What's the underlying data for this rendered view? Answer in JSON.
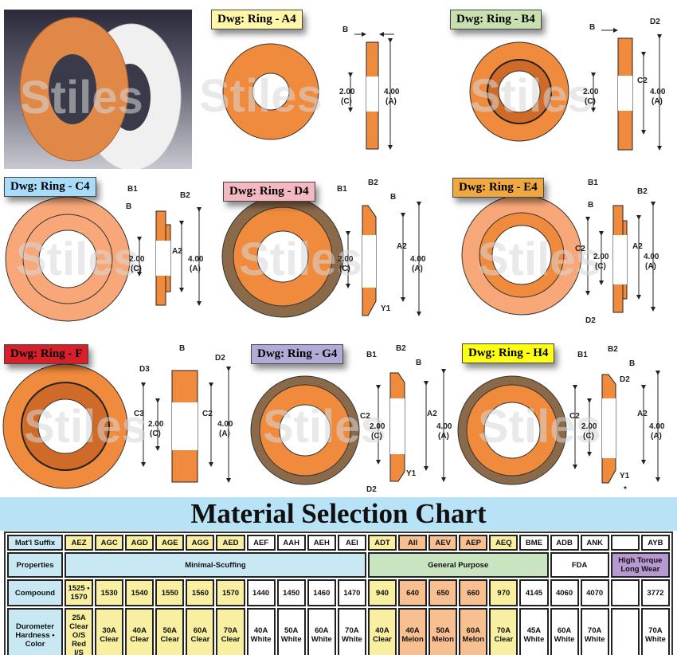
{
  "watermark": "Stiles",
  "drawings": {
    "a4": "Dwg: Ring - A4",
    "b4": "Dwg: Ring - B4",
    "c4": "Dwg: Ring - C4",
    "d4": "Dwg: Ring - D4",
    "e4": "Dwg: Ring - E4",
    "f": "Dwg: Ring - F",
    "g4": "Dwg: Ring - G4",
    "h4": "Dwg: Ring - H4"
  },
  "label_colors": {
    "a4": "#fff6a8",
    "b4": "#c8dfb0",
    "c4": "#a8dcf8",
    "d4": "#f4b8c0",
    "e4": "#f0a840",
    "f": "#d8202a",
    "g4": "#b4aad8",
    "h4": "#ffff10"
  },
  "dims": {
    "b": "B",
    "b1": "B1",
    "b2": "B2",
    "a2": "A2",
    "c2": "C2",
    "c3": "C3",
    "d2": "D2",
    "d3": "D3",
    "y1": "Y1",
    "id": "2.00",
    "id_sub": "(C)",
    "od": "4.00",
    "od_sub": "(A)",
    "star": "*"
  },
  "chart": {
    "title": "Material Selection Chart",
    "row_headers": [
      "Mat'l Suffix",
      "Properties",
      "Compound",
      "Durometer Hardness • Color"
    ],
    "suffixes": [
      "AEZ",
      "AGC",
      "AGD",
      "AGE",
      "AGG",
      "AED",
      "AEF",
      "AAH",
      "AEH",
      "AEI",
      "ADT",
      "AII",
      "AEV",
      "AEP",
      "AEQ",
      "BME",
      "ADB",
      "ANK",
      "",
      "AYB"
    ],
    "properties": [
      "Minimal-Scuffing",
      "General Purpose",
      "FDA",
      "High Torque Long Wear"
    ],
    "compounds": [
      "1525 • 1570",
      "1530",
      "1540",
      "1550",
      "1560",
      "1570",
      "1440",
      "1450",
      "1460",
      "1470",
      "940",
      "640",
      "650",
      "660",
      "970",
      "4145",
      "4060",
      "4070",
      "",
      "3772"
    ],
    "hardness": [
      "25A Clear O/S Red I/S",
      "30A Clear",
      "40A Clear",
      "50A Clear",
      "60A Clear",
      "70A Clear",
      "40A White",
      "50A White",
      "60A White",
      "70A White",
      "40A Clear",
      "40A Melon",
      "50A Melon",
      "60A Melon",
      "70A Clear",
      "45A White",
      "60A White",
      "70A White",
      "",
      "70A White"
    ]
  }
}
